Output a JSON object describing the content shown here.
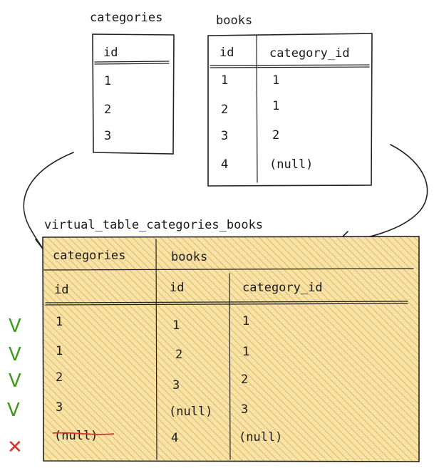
{
  "categories_table": {
    "title": "categories",
    "header": "id",
    "rows": [
      "1",
      "2",
      "3"
    ]
  },
  "books_table": {
    "title": "books",
    "headers": [
      "id",
      "category_id"
    ],
    "rows": [
      [
        "1",
        "1"
      ],
      [
        "2",
        "1"
      ],
      [
        "3",
        "2"
      ],
      [
        "4",
        "(null)"
      ]
    ]
  },
  "virtual_table": {
    "title": "virtual_table_categories_books",
    "group_left": "categories",
    "group_right": "books",
    "headers": [
      "id",
      "id",
      "category_id"
    ],
    "rows": [
      [
        "1",
        "1",
        "1"
      ],
      [
        "1",
        "2",
        "1"
      ],
      [
        "2",
        "3",
        "2"
      ],
      [
        "3",
        "(null)",
        "3"
      ],
      [
        "(null)",
        "4",
        "(null)"
      ]
    ],
    "row_marks": [
      "V",
      "V",
      "V",
      "V",
      "✕"
    ],
    "row_mark_colors": [
      "#3f9a1e",
      "#3f9a1e",
      "#3f9a1e",
      "#3f9a1e",
      "#d6322a"
    ],
    "fill_color": "#f7e2a8",
    "hatch_color": "#d9a83a",
    "strike_color": "#d6322a"
  }
}
